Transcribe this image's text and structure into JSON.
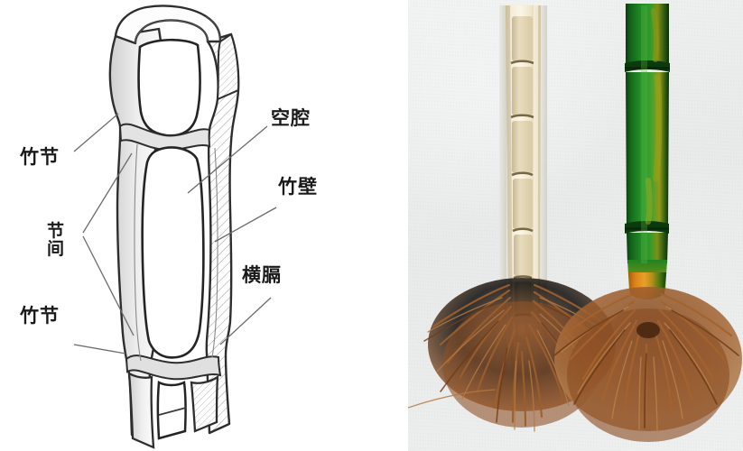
{
  "figure": {
    "type": "two-panel botanical figure",
    "left_panel": {
      "title": "bamboo culm longitudinal section line drawing",
      "labels": [
        {
          "id": "jie-top",
          "text": "竹节",
          "meaning": "bamboo node",
          "position": "upper-left"
        },
        {
          "id": "jiejian",
          "text": "节间",
          "meaning": "internode",
          "position": "middle-left",
          "orientation": "vertical"
        },
        {
          "id": "jie-bottom",
          "text": "竹节",
          "meaning": "bamboo node",
          "position": "lower-left"
        },
        {
          "id": "kongqiang",
          "text": "空腔",
          "meaning": "hollow cavity",
          "position": "upper-right"
        },
        {
          "id": "zhubi",
          "text": "竹壁",
          "meaning": "bamboo wall",
          "position": "middle-right"
        },
        {
          "id": "hengge",
          "text": "横膈",
          "meaning": "transverse septum",
          "position": "lower-right"
        }
      ]
    },
    "right_panel": {
      "title": "photograph of two bamboo culm bases with roots",
      "specimens": [
        {
          "id": "specimen-left",
          "description": "pale cream / dried split culm showing internal chambers, with brown fibrous roots"
        },
        {
          "id": "specimen-right",
          "description": "fresh green culm with dark nodal rings and orange basal collar, with dense brown root mass"
        }
      ]
    }
  },
  "colors": {
    "ink": "#1a1a1a",
    "sketch_line": "#2b2b2b",
    "hatch": "#8d8d8d",
    "photo_bg": "#eeefef",
    "culm_green": "#1c7a22",
    "culm_green_dark": "#0d4a12",
    "culm_olive": "#8d9413",
    "culm_orange": "#e2821a",
    "culm_cream": "#ece2c8",
    "culm_cream_lt": "#f6efdd",
    "root_brown": "#9a5a2c",
    "root_brown_dk": "#6b3a18"
  }
}
